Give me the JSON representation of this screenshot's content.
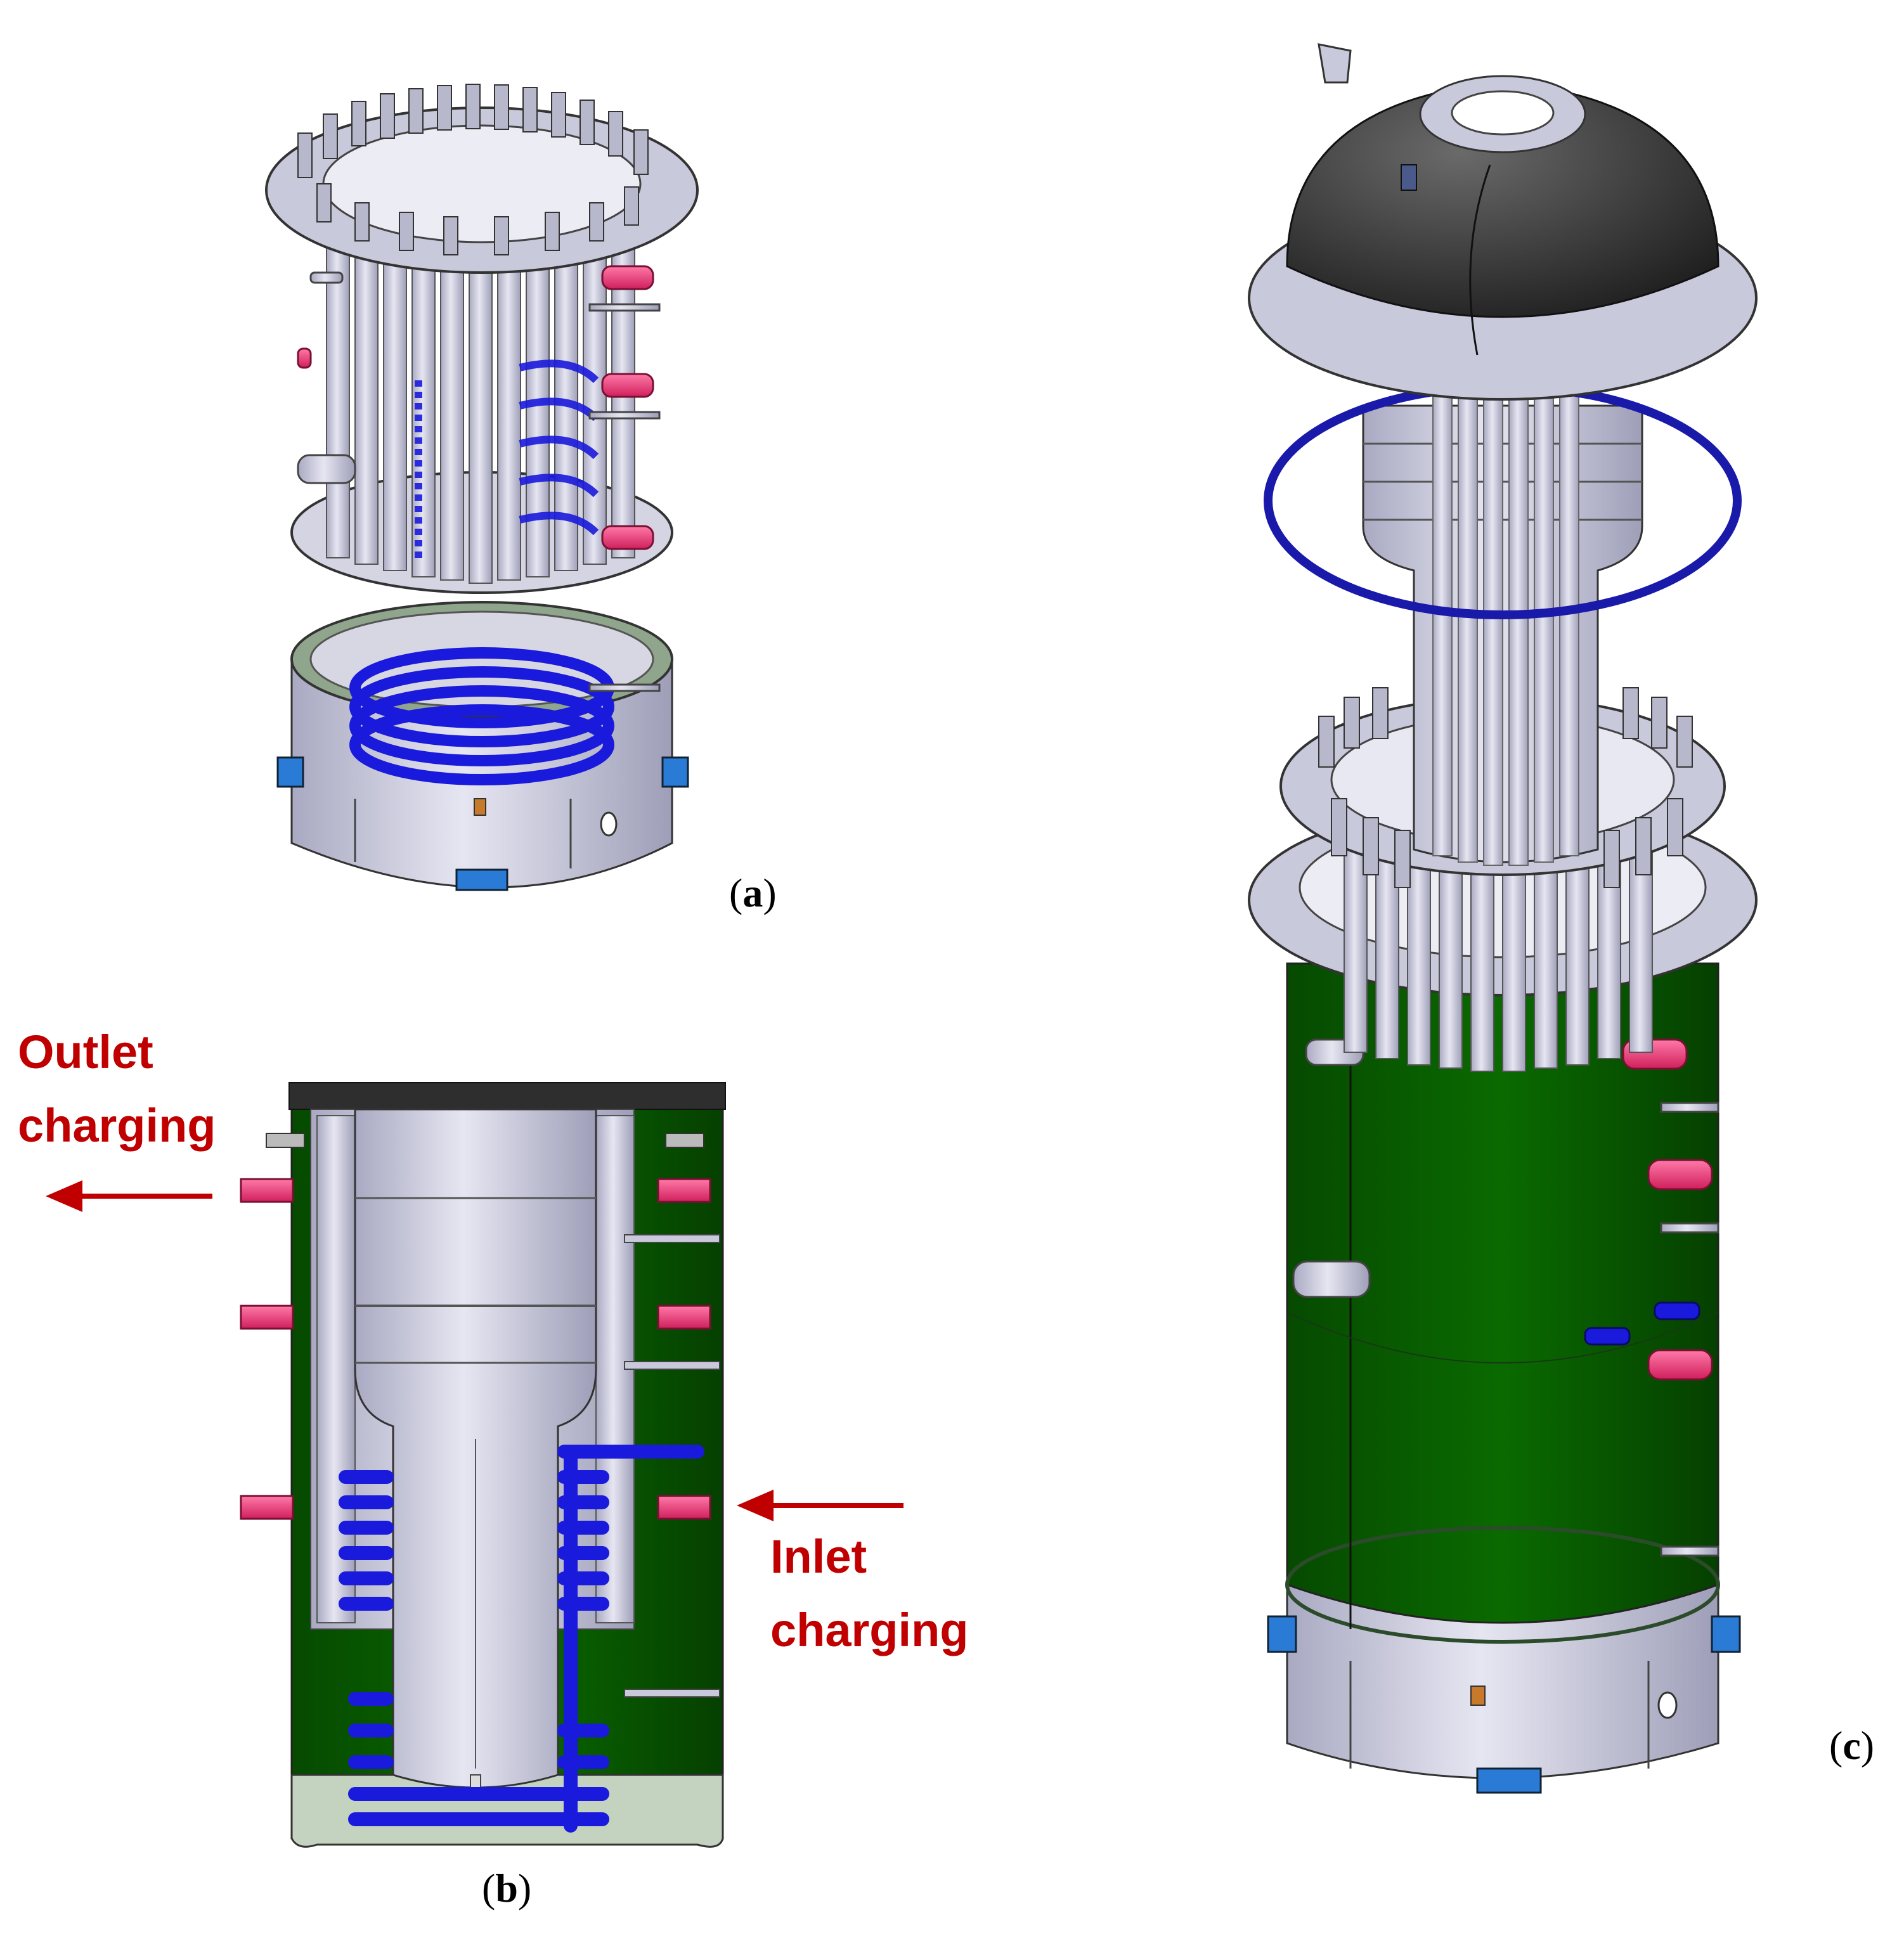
{
  "figure": {
    "panels": {
      "a": {
        "label": "a"
      },
      "b": {
        "label": "b",
        "outlet": {
          "line1": "Outlet",
          "line2": "charging"
        },
        "inlet": {
          "line1": "Inlet",
          "line2": "charging"
        }
      },
      "c": {
        "label": "c"
      }
    },
    "colors": {
      "steel": "#c9c9dc",
      "steel_dark": "#8f8fa8",
      "coil_blue": "#1a1adc",
      "nozzle_pink": "#e8346e",
      "shell_green": "#0a6600",
      "lid_black": "#2e2e2e",
      "bracket_blue": "#2a7bd6",
      "annotation_red": "#c00000"
    }
  }
}
